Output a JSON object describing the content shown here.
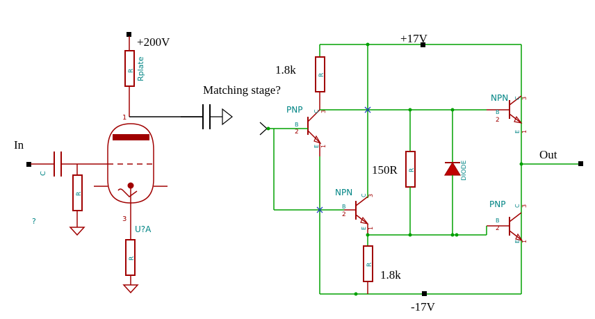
{
  "colors": {
    "red": "#a00000",
    "green": "#00a000",
    "teal": "#008484",
    "black": "#000000",
    "blue": "#2040c0"
  },
  "labels": {
    "supply_tube": "+200V",
    "input": "In",
    "matching": "Matching stage?",
    "supply_pos": "+17V",
    "supply_neg": "-17V",
    "output": "Out",
    "r_top_value": "1.8k",
    "r_mid_value": "150R",
    "r_bot_value": "1.8k",
    "note": "?"
  },
  "components": {
    "rplate": {
      "ref": "R",
      "value": "Rplate"
    },
    "r_grid": {
      "ref": "R"
    },
    "r_cathode": {
      "ref": "R"
    },
    "cap_in": {
      "ref": "C"
    },
    "tube": {
      "ref": "U?A",
      "pin_plate": "1",
      "pin_cathode": "3"
    },
    "r_top": {
      "ref": "R"
    },
    "r_mid": {
      "ref": "R"
    },
    "r_bot": {
      "ref": "R"
    },
    "diode": {
      "ref": "DIODE"
    },
    "q_pnp_in": {
      "type": "PNP",
      "pin_c": "C",
      "pin_b": "B",
      "pin_e": "E",
      "num_c": "3",
      "num_b": "2",
      "num_e": "1"
    },
    "q_npn_in": {
      "type": "NPN",
      "pin_c": "C",
      "pin_b": "B",
      "pin_e": "E",
      "num_c": "3",
      "num_b": "2",
      "num_e": "1"
    },
    "q_npn_out": {
      "type": "NPN",
      "pin_c": "C",
      "pin_b": "B",
      "pin_e": "E",
      "num_c": "3",
      "num_b": "2",
      "num_e": "1"
    },
    "q_pnp_out": {
      "type": "PNP",
      "pin_c": "C",
      "pin_b": "B",
      "pin_e": "E",
      "num_c": "3",
      "num_b": "2",
      "num_e": "1"
    }
  }
}
